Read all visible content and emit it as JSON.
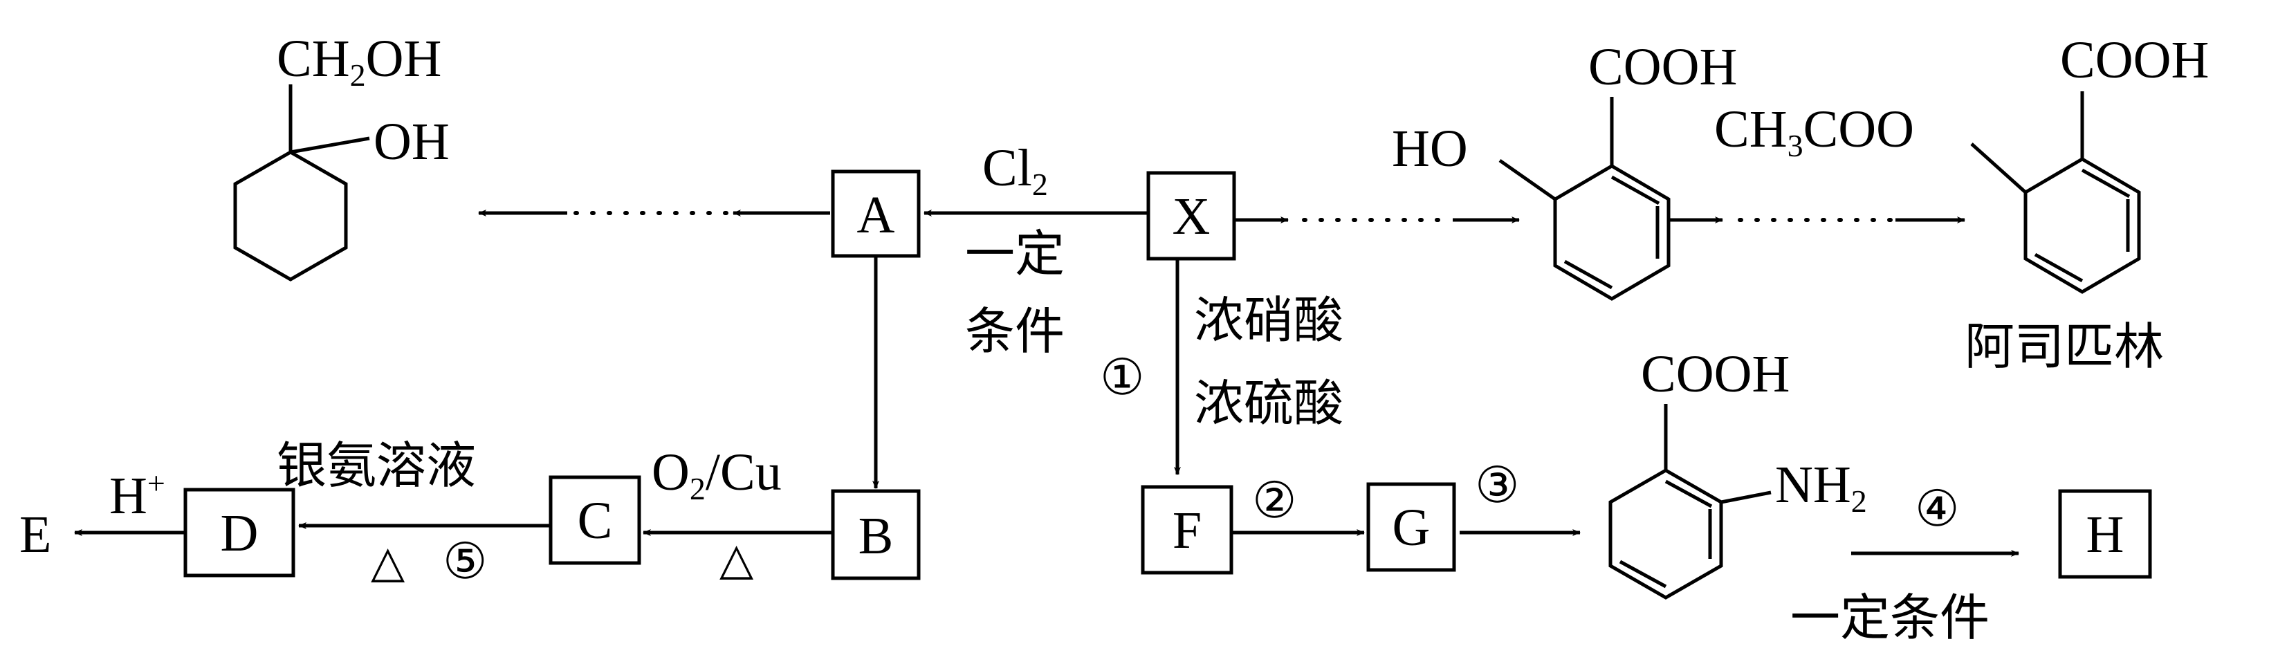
{
  "boxes": {
    "A": "A",
    "B": "B",
    "C": "C",
    "D": "D",
    "F": "F",
    "G": "G",
    "H": "H",
    "X": "X"
  },
  "end_product": "E",
  "acid_label": "H",
  "acid_sup": "+",
  "reagents": {
    "cl2_main": "Cl",
    "cl2_sub": "2",
    "cond_line1": "一定",
    "cond_line2": "条件",
    "step1": "①",
    "nitric": "浓硝酸",
    "sulfuric": "浓硫酸",
    "step2": "②",
    "step3": "③",
    "step4": "④",
    "step4_cond": "一定条件",
    "step5": "⑤",
    "silver": "银氨溶液",
    "heat1": "△",
    "heat2": "△",
    "o2_main": "O",
    "o2_sub": "2",
    "o2_rest": "/Cu"
  },
  "structures": {
    "diol_top_main": "CH",
    "diol_top_sub": "2",
    "diol_top_rest": "OH",
    "diol_oh": "OH",
    "salicylic_cooh": "COOH",
    "salicylic_ho": "HO",
    "aspirin_cooh": "COOH",
    "aspirin_ac_main": "CH",
    "aspirin_ac_sub": "3",
    "aspirin_ac_rest": "COO",
    "aspirin_name": "阿司匹林",
    "anthranilic_cooh": "COOH",
    "anthranilic_nh_main": "NH",
    "anthranilic_nh_sub": "2"
  }
}
